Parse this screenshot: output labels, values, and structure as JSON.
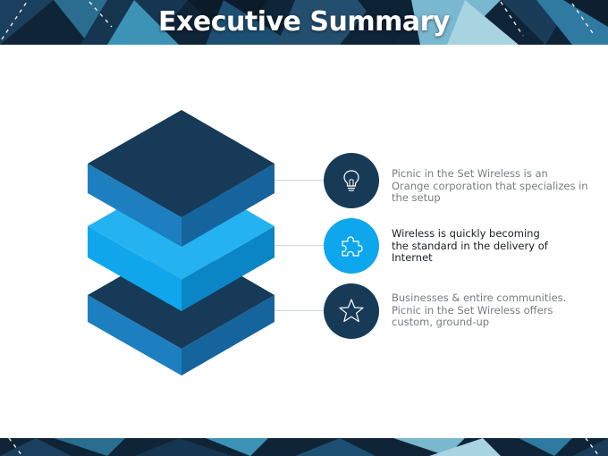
{
  "header": {
    "title": "Executive Summary"
  },
  "colors": {
    "navy": "#173a57",
    "blue": "#1e7fc0",
    "bright_blue": "#0ea6ec",
    "connector": "#cfd5da"
  },
  "items": [
    {
      "icon": "lightbulb-icon",
      "text": "Picnic in the Set Wireless is an Orange corporation that specializes in the setup"
    },
    {
      "icon": "puzzle-icon",
      "text": "Wireless is quickly becoming the standard in the delivery of Internet"
    },
    {
      "icon": "star-icon",
      "text": "Businesses & entire communities. Picnic in the Set Wireless offers custom, ground-up"
    }
  ]
}
